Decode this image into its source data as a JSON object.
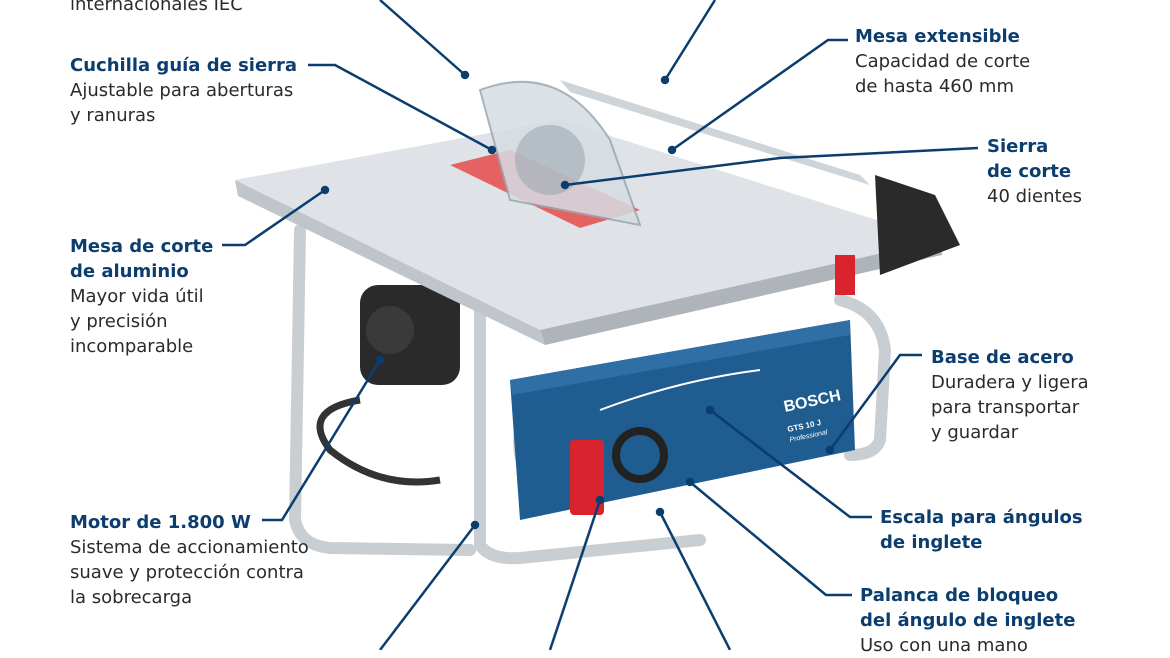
{
  "colors": {
    "heading": "#0b3d6e",
    "body": "#2b2b2b",
    "leader": "#0b3d6e",
    "saw_blue": "#1f5c8f",
    "accent_red": "#d9232e"
  },
  "product": {
    "brand": "BOSCH",
    "model": "GTS 10 J",
    "line": "Professional"
  },
  "callouts": {
    "iec": {
      "lines": [
        "internacionales IEC"
      ]
    },
    "riving_knife": {
      "title": "Cuchilla guía de sierra",
      "lines": [
        "Ajustable para aberturas",
        "y ranuras"
      ]
    },
    "table": {
      "title_lines": [
        "Mesa de corte",
        "de aluminio"
      ],
      "lines": [
        "Mayor vida útil",
        "y precisión",
        "incomparable"
      ]
    },
    "motor": {
      "title": "Motor de 1.800 W",
      "lines": [
        "Sistema de accionamiento",
        "suave y protección contra",
        "la sobrecarga"
      ]
    },
    "extension": {
      "title": "Mesa extensible",
      "lines": [
        "Capacidad de corte",
        "de hasta 460 mm"
      ]
    },
    "blade": {
      "title_lines": [
        "Sierra",
        "de corte"
      ],
      "lines": [
        "40 dientes"
      ]
    },
    "base": {
      "title": "Base de acero",
      "lines": [
        "Duradera y ligera",
        "para transportar",
        "y guardar"
      ]
    },
    "scale": {
      "title_lines": [
        "Escala para ángulos",
        "de inglete"
      ]
    },
    "lock": {
      "title_lines": [
        "Palanca de bloqueo",
        "del ángulo de inglete"
      ],
      "lines": [
        "Uso con una mano"
      ]
    }
  }
}
